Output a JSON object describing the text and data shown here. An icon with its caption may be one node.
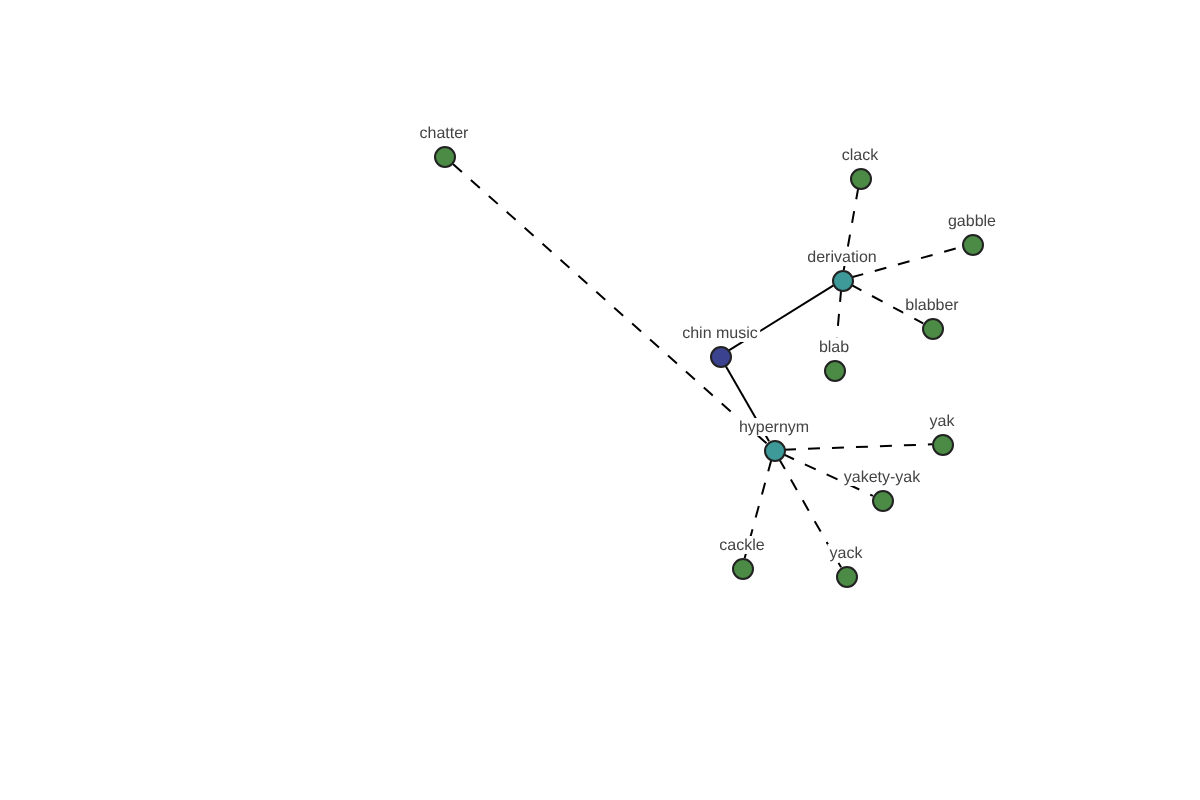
{
  "diagram": {
    "nodes": [
      {
        "text": [],
        "shape": "circle",
        "beside": [
          "chatter"
        ]
      },
      {
        "text": [],
        "shape": "circle",
        "beside": [
          "clack"
        ]
      },
      {
        "text": [],
        "shape": "circle",
        "beside": [
          "gabble"
        ]
      },
      {
        "text": [],
        "shape": "circle",
        "beside": [
          "derivation"
        ]
      },
      {
        "text": [],
        "shape": "circle",
        "beside": [
          "blabber"
        ]
      },
      {
        "text": [],
        "shape": "circle",
        "beside": [
          "chin music"
        ]
      },
      {
        "text": [],
        "shape": "circle",
        "beside": [
          "blab"
        ]
      },
      {
        "text": [],
        "shape": "circle",
        "beside": [
          "yak"
        ]
      },
      {
        "text": [],
        "shape": "circle",
        "beside": [
          "hypernym"
        ]
      },
      {
        "text": [],
        "shape": "circle",
        "beside": [
          "yakety-yak"
        ]
      },
      {
        "text": [],
        "shape": "circle",
        "beside": [
          "cackle"
        ]
      },
      {
        "text": [],
        "shape": "circle",
        "beside": [
          "yack"
        ]
      }
    ],
    "edges": [
      {
        "from": 5,
        "to": 3,
        "arrow": "none"
      },
      {
        "from": 5,
        "to": 8,
        "arrow": "none"
      },
      {
        "from": 3,
        "to": 1,
        "arrow": "none",
        "style": "dashed"
      },
      {
        "from": 3,
        "to": 2,
        "arrow": "none",
        "style": "dashed"
      },
      {
        "from": 3,
        "to": 4,
        "arrow": "none",
        "style": "dashed"
      },
      {
        "from": 3,
        "to": 6,
        "arrow": "none",
        "style": "dashed"
      },
      {
        "from": 8,
        "to": 7,
        "arrow": "none",
        "style": "dashed"
      },
      {
        "from": 8,
        "to": 9,
        "arrow": "none",
        "style": "dashed"
      },
      {
        "from": 8,
        "to": 11,
        "arrow": "none",
        "style": "dashed"
      },
      {
        "from": 8,
        "to": 10,
        "arrow": "none",
        "style": "dashed"
      },
      {
        "from": 8,
        "to": 0,
        "arrow": "none",
        "style": "dashed"
      }
    ]
  }
}
